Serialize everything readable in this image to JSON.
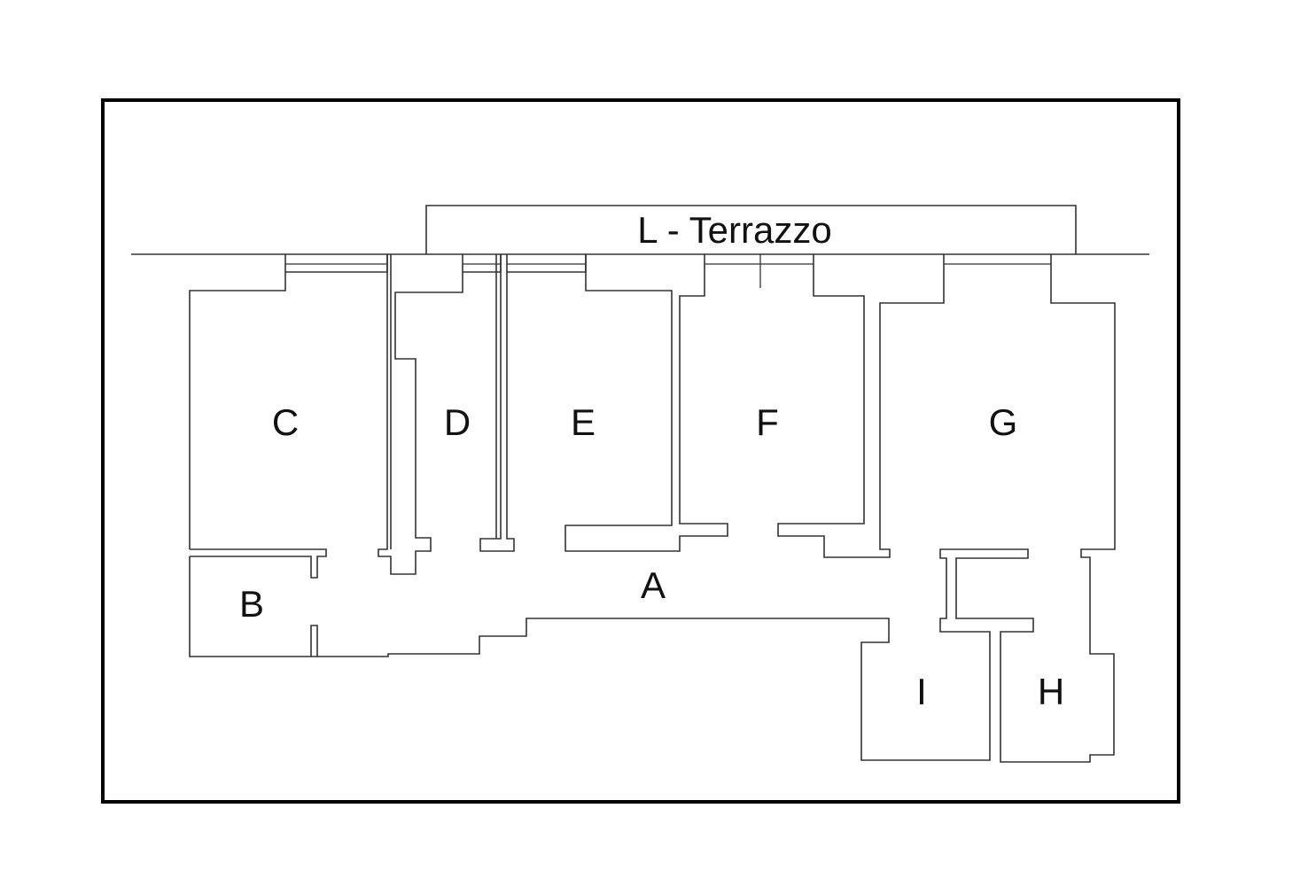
{
  "rooms": {
    "terrace": "L - Terrazzo",
    "c": "C",
    "d": "D",
    "e": "E",
    "f": "F",
    "g": "G",
    "a": "A",
    "b": "B",
    "i": "I",
    "h": "H"
  }
}
